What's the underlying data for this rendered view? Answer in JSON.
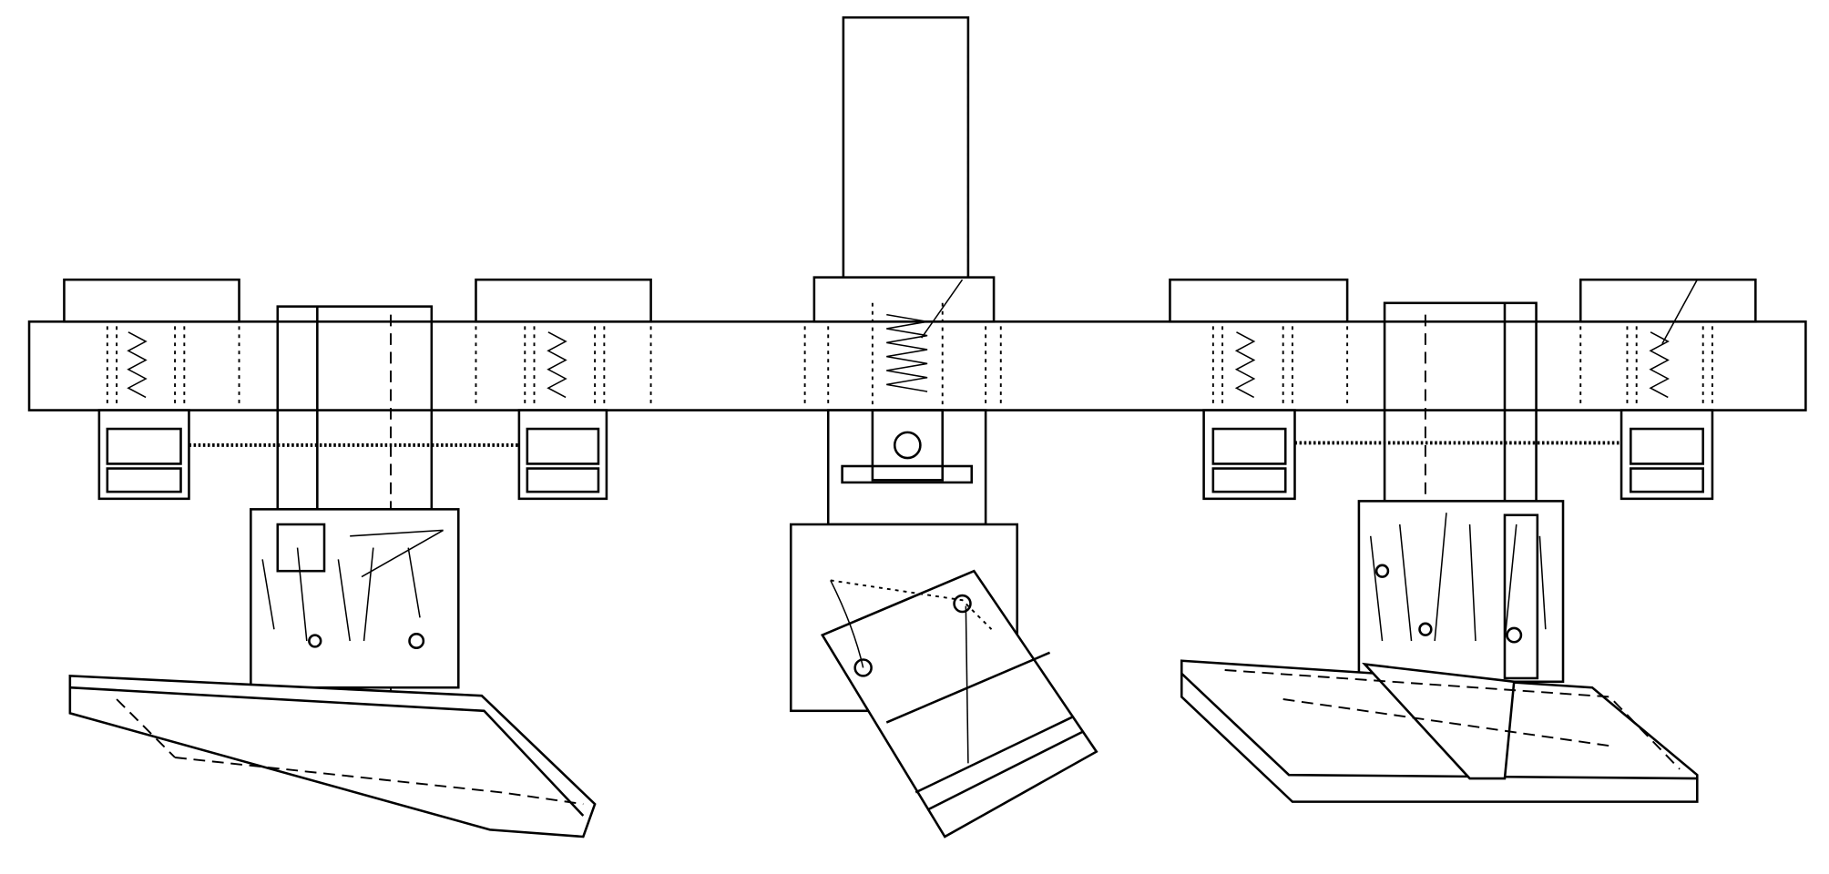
{
  "diagram": {
    "type": "mechanical line drawing",
    "colors": {
      "stroke": "#000000",
      "background": "#ffffff"
    },
    "components": [
      "vertical-column",
      "horizontal-beam",
      "top-blocks",
      "lower-blocks",
      "springs",
      "left-head-with-tilted-plate",
      "center-head-with-rotated-plate",
      "right-head-with-tilted-plate"
    ]
  }
}
